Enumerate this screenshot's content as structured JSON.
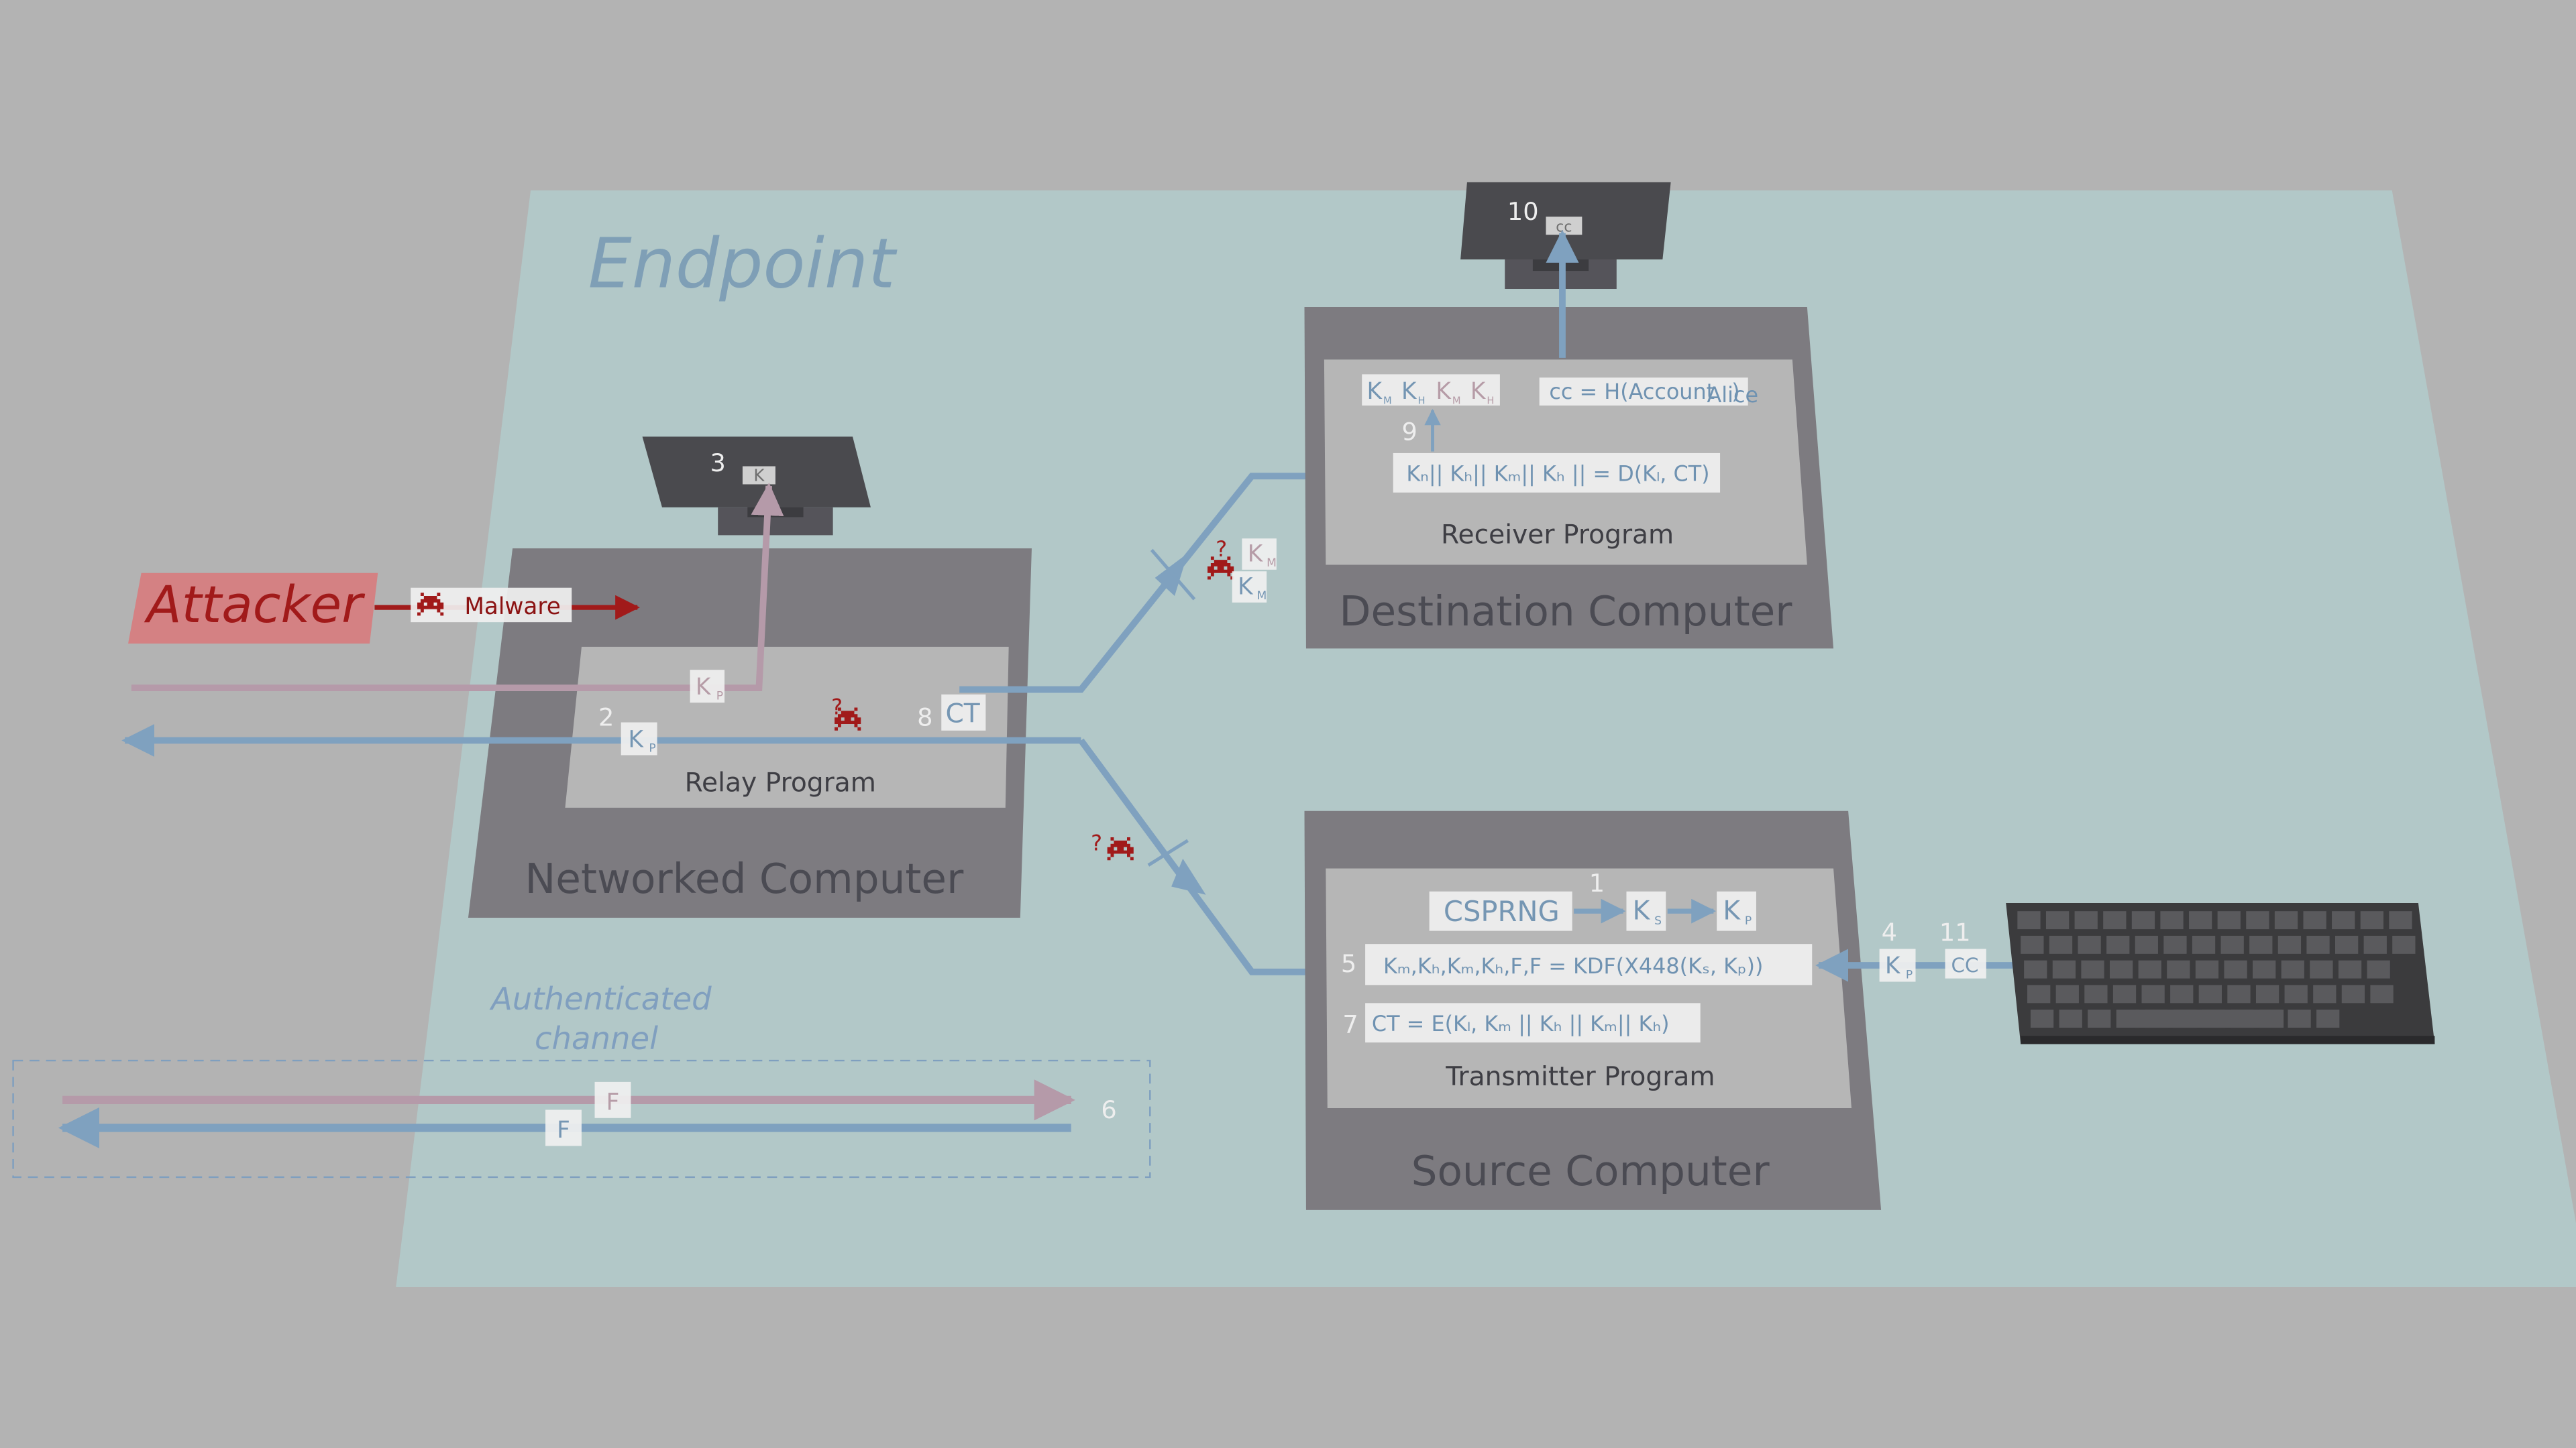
{
  "endpoint_title": "Endpoint",
  "attacker": {
    "label": "Attacker",
    "malware_label": "Malware",
    "question_mark": "?"
  },
  "networked_computer": {
    "label": "Networked Computer",
    "program": "Relay Program",
    "monitor_step": "3",
    "monitor_key": "K",
    "kp_upper": "K",
    "kp_upper_sub": "P",
    "kp_lower": "K",
    "kp_lower_sub": "P",
    "step2": "2",
    "step8": "8",
    "ct_label": "CT"
  },
  "destination_computer": {
    "label": "Destination Computer",
    "program": "Receiver Program",
    "monitor_step": "10",
    "monitor_value": "cc",
    "step9": "9",
    "keys_row": [
      {
        "k": "K",
        "sub": "M",
        "tone": "blue"
      },
      {
        "k": "K",
        "sub": "H",
        "tone": "blue"
      },
      {
        "k": "K",
        "sub": "M",
        "tone": "pink"
      },
      {
        "k": "K",
        "sub": "H",
        "tone": "pink"
      }
    ],
    "cc_formula": {
      "lhs": "cc = H(Account",
      "sub": "Alice",
      "rhs": ")"
    },
    "decrypt_formula": "Kₙ|| Kₕ|| Kₘ|| Kₕ || = D(Kₗ, CT)"
  },
  "source_computer": {
    "label": "Source Computer",
    "program": "Transmitter Program",
    "step1": "1",
    "step4": "4",
    "step5": "5",
    "step7": "7",
    "step11": "11",
    "csprng": "CSPRNG",
    "ks": {
      "k": "K",
      "sub": "S"
    },
    "kp": {
      "k": "K",
      "sub": "P"
    },
    "kdf_formula": "Kₘ,Kₕ,Kₘ,Kₕ,F,F = KDF(X448(Kₛ, Kₚ))",
    "enc_formula": "CT = E(Kₗ, Kₘ || Kₕ || Kₘ|| Kₕ)",
    "keyboard_kp": {
      "k": "K",
      "sub": "P"
    },
    "keyboard_cc": "CC"
  },
  "eavesdrop_upper": {
    "km1": {
      "k": "K",
      "sub": "M"
    },
    "km2": {
      "k": "K",
      "sub": "M"
    },
    "question_mark": "?"
  },
  "eavesdrop_lower": {
    "question_mark": "?"
  },
  "authenticated_channel": {
    "label_line1": "Authenticated",
    "label_line2": "channel",
    "f_upper": "F",
    "f_lower": "F",
    "step6": "6"
  },
  "colors": {
    "background": "#b3b3b3",
    "endpoint_plane": "#b2c8c8",
    "computer_body": "#7d7b80",
    "program_panel": "#b6b6b6",
    "blue_arrow": "#7fa1bf",
    "pink_arrow": "#b59aa9",
    "attacker_red": "#a11a1a"
  }
}
